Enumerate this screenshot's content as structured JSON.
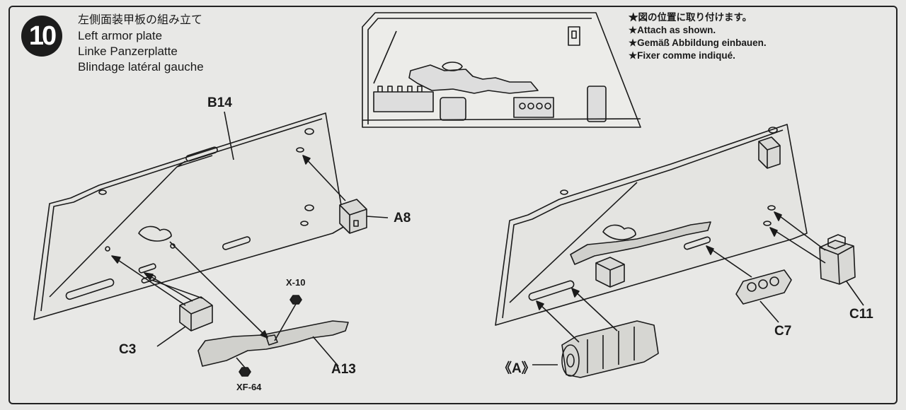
{
  "step": {
    "number": "10",
    "title_jp": "左側面装甲板の組み立て",
    "title_en": "Left armor plate",
    "title_de": "Linke Panzerplatte",
    "title_fr": "Blindage latéral gauche"
  },
  "notes": [
    "★図の位置に取り付けます。",
    "★Attach as shown.",
    "★Gemäß Abbildung einbauen.",
    "★Fixer comme indiqué."
  ],
  "parts": {
    "b14": "B14",
    "a8": "A8",
    "c3": "C3",
    "a13": "A13",
    "x10": "X-10",
    "xf64": "XF-64",
    "a_sub": "《A》",
    "c7": "C7",
    "c11": "C11"
  },
  "colors": {
    "background": "#e8e8e6",
    "ink": "#1a1a1a",
    "part_fill": "#d9d9d6"
  }
}
